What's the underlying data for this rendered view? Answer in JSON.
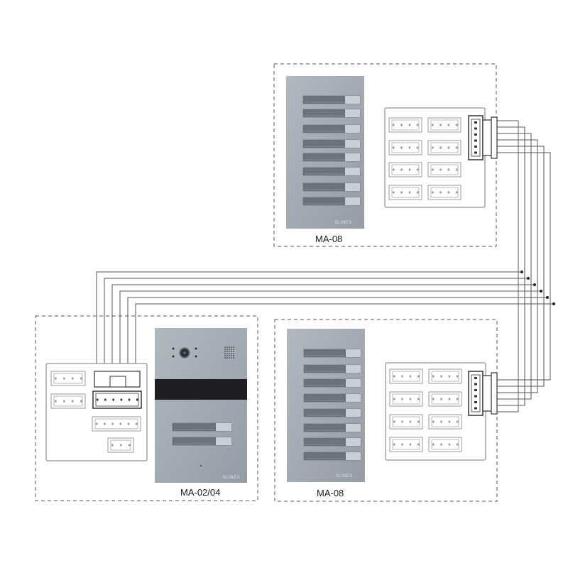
{
  "modules": [
    {
      "id": "top-right",
      "label": "MA-08",
      "brand": "SLINEX"
    },
    {
      "id": "bottom-left",
      "label": "MA-02/04",
      "brand": "SLINEX"
    },
    {
      "id": "bottom-right",
      "label": "MA-08",
      "brand": "SLINEX"
    }
  ],
  "colors": {
    "panel": "#a3abb5",
    "panel_dark": "#8d96a1",
    "button": "#6b737d",
    "button_tip": "#c9cfd6",
    "wire": "#555555",
    "board": "#888888"
  }
}
